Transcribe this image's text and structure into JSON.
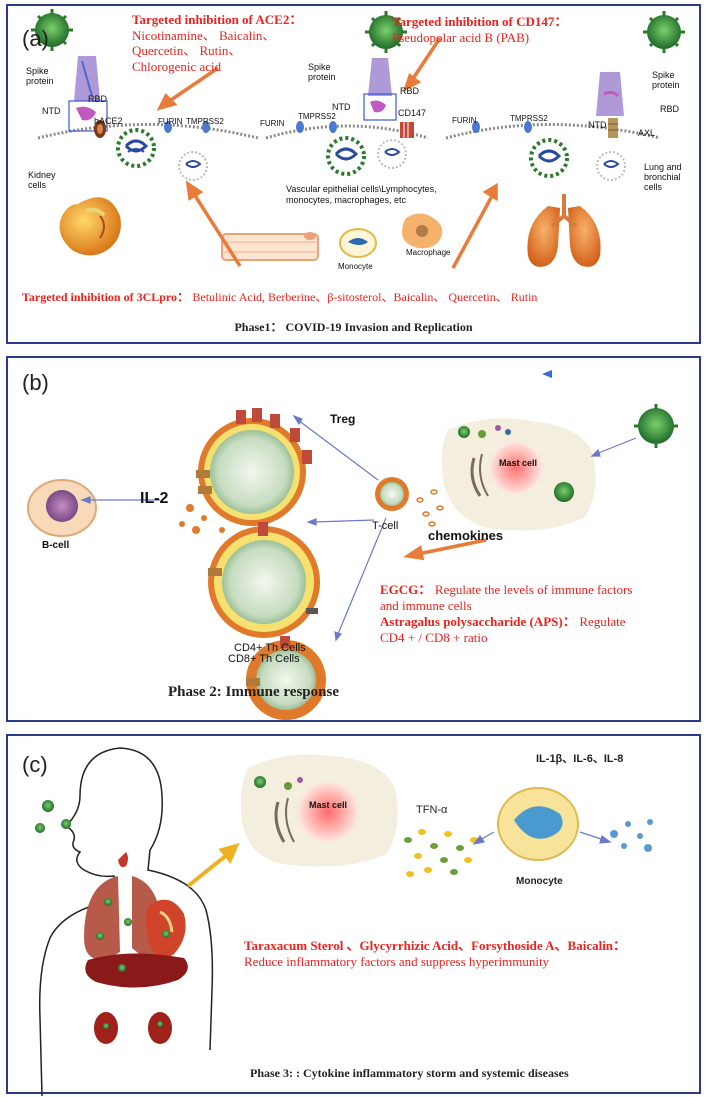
{
  "panel_a": {
    "letter": "(a)",
    "ace2": {
      "title": "Targeted inhibition of ACE2：",
      "lines": [
        "Nicotinamine、 Baicalin、",
        "Quercetin、 Rutin、",
        "Chlorogenic acid"
      ]
    },
    "cd147": {
      "title": "Targeted inhibition of CD147：",
      "line": "Pseudopolar acid B (PAB)"
    },
    "labels": {
      "spike_protein_1": "Spike protein",
      "rbd_1": "RBD",
      "ntd_1": "NTD",
      "hace2": "hACE2",
      "furin_1": "FURIN",
      "tmprss2_1": "TMPRSS2",
      "kidney_cells": "Kidney cells",
      "spike_protein_2": "Spike protein",
      "rbd_2": "RBD",
      "ntd_2": "NTD",
      "cd147": "CD147",
      "furin_2": "FURIN",
      "tmprss2_2": "TMPRSS2",
      "vascular": "Vascular epithelial cells\\Lymphocytes, monocytes, macrophages, etc",
      "monocyte": "Monocyte",
      "macrophage": "Macrophage",
      "furin_3": "FURIN",
      "tmprss2_3": "TMPRSS2",
      "spike_protein_3": "Spike protein",
      "rbd_3": "RBD",
      "ntd_3": "NTD",
      "axl": "AXL",
      "lung_cells": "Lung and bronchial cells"
    },
    "clpro_title": "Targeted inhibition of 3CLpro：",
    "clpro_line": "Betulinic Acid, Berberine、β-sitosterol、Baicalin、 Quercetin、 Rutin",
    "phase": "Phase1： COVID-19 Invasion and Replication"
  },
  "panel_b": {
    "letter": "(b)",
    "labels": {
      "treg": "Treg",
      "il2": "IL-2",
      "bcell": "B-cell",
      "tcell": "T-cell",
      "chemokines": "chemokines",
      "cd4": "CD4+ Th Cells",
      "cd8": "CD8+ Th Cells",
      "mast": "Mast cell"
    },
    "egcg_title": "EGCG：",
    "egcg_line1": "Regulate the levels of immune factors",
    "egcg_line2": "and immune cells",
    "aps_title": "Astragalus polysaccharide (APS)：",
    "aps_line1": "Regulate",
    "aps_line2": "CD4 + / CD8 + ratio",
    "phase": "Phase 2: Immune response"
  },
  "panel_c": {
    "letter": "(c)",
    "labels": {
      "il_list": "IL-1β、IL-6、IL-8",
      "tfn": "TFN-α",
      "mast": "Mast cell",
      "monocyte": "Monocyte"
    },
    "drugs_title": "Taraxacum Sterol 、Glycyrrhizic Acid、Forsythoside A、Baicalin：",
    "drugs_line": "Reduce inflammatory factors and  suppress hyperimmunity",
    "phase": "Phase 3: : Cytokine inflammatory storm and systemic diseases"
  },
  "colors": {
    "border": "#2b3a8a",
    "red_text": "#e8241e",
    "arrow_orange": "#e87a3a",
    "virus_green": "#3a8a3a",
    "cell_orange": "#e07a2a"
  }
}
